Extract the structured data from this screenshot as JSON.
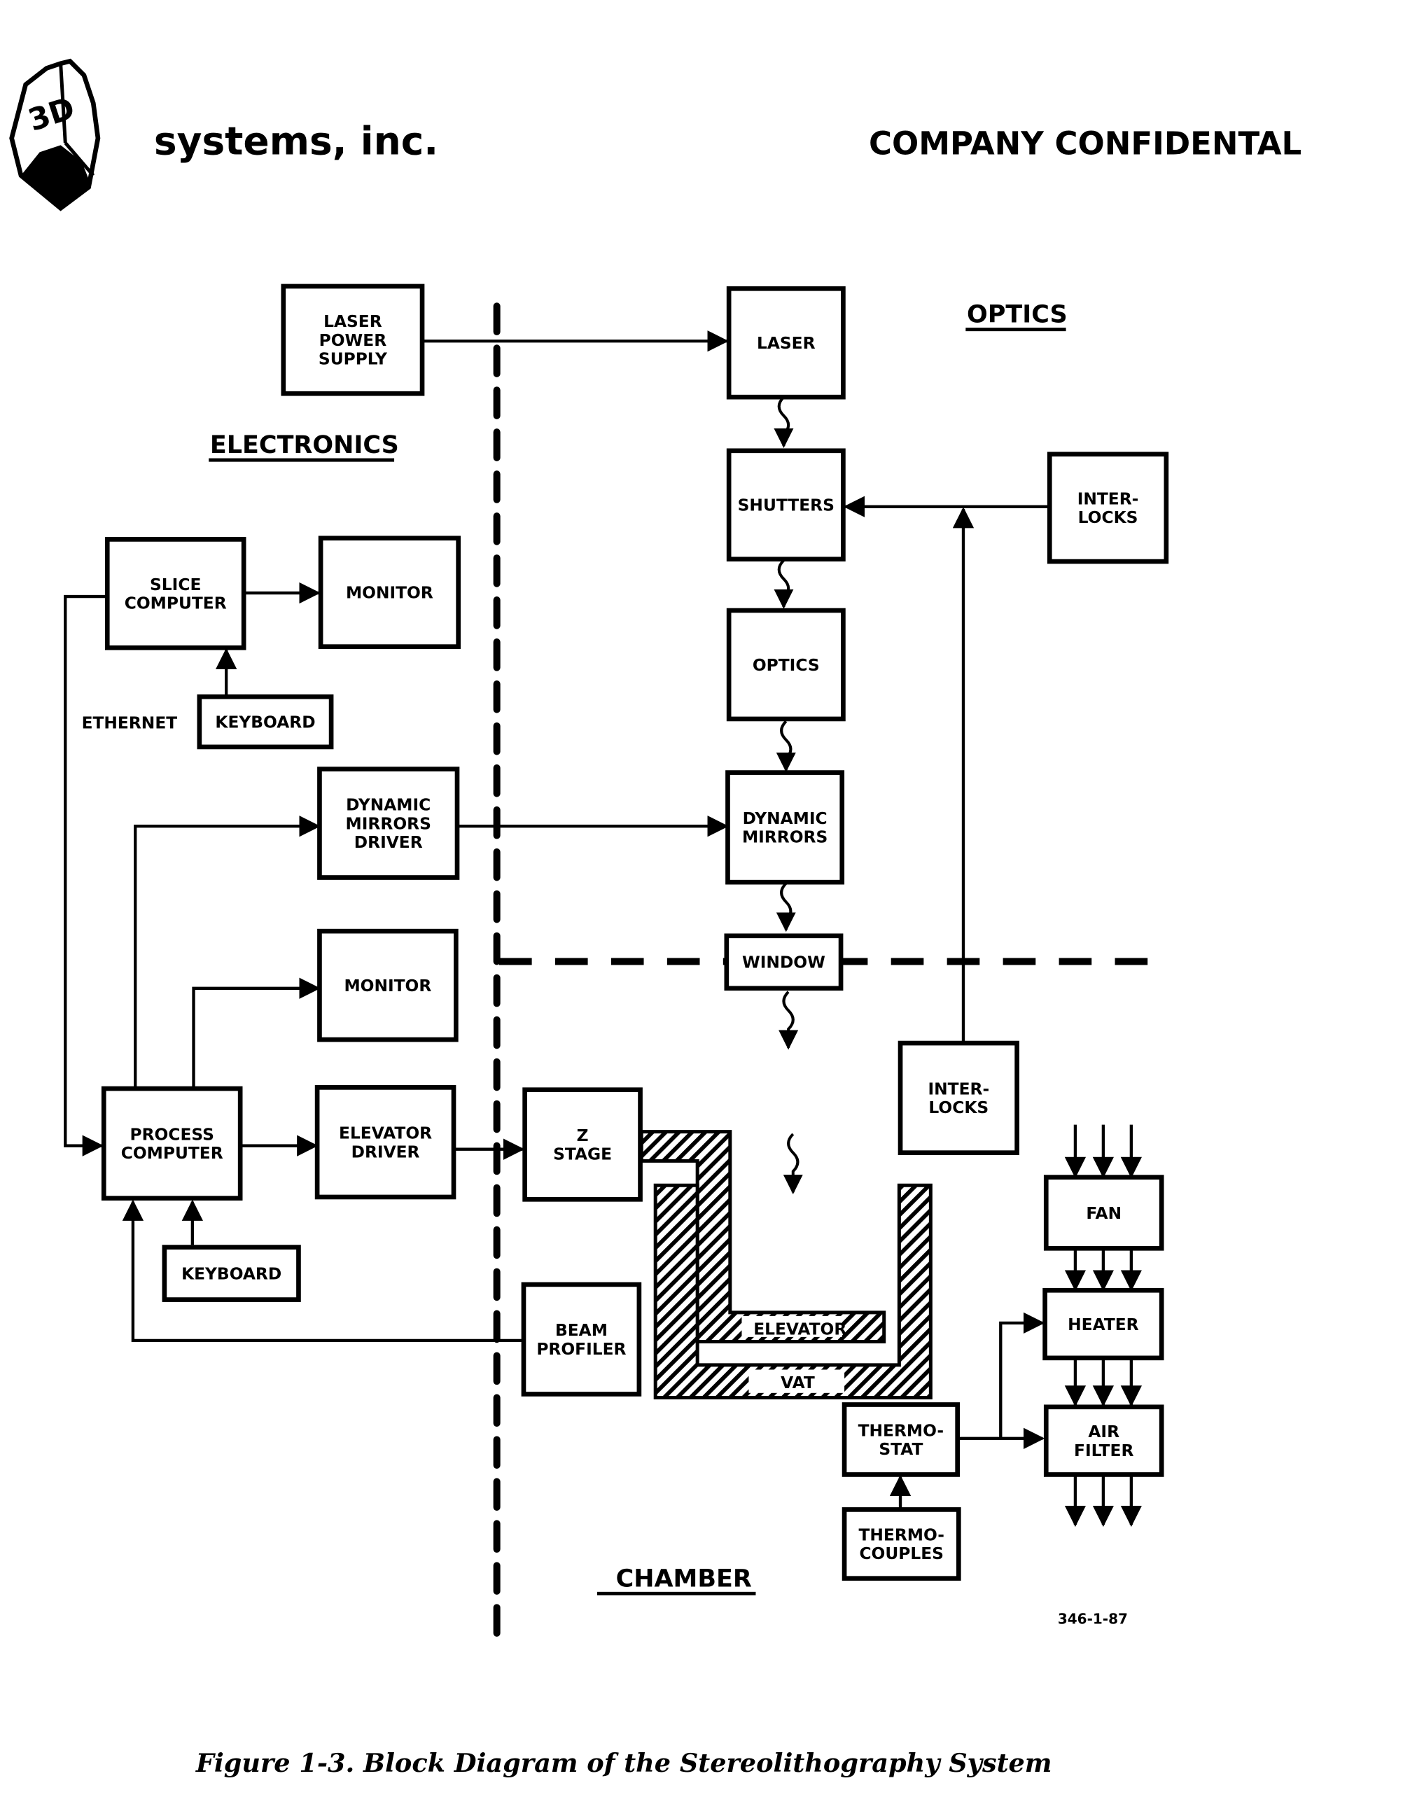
{
  "header": {
    "company_name": "systems, inc.",
    "logo_letters": "3D",
    "confidential_label": "COMPANY CONFIDENTAL"
  },
  "sections": {
    "electronics": "ELECTRONICS",
    "optics": "OPTICS",
    "chamber": "CHAMBER"
  },
  "blocks": {
    "laser_power_supply": [
      "LASER",
      "POWER",
      "SUPPLY"
    ],
    "laser": [
      "LASER"
    ],
    "shutters": [
      "SHUTTERS"
    ],
    "interlocks_optics": [
      "INTER-",
      "LOCKS"
    ],
    "optics": [
      "OPTICS"
    ],
    "slice_computer": [
      "SLICE",
      "COMPUTER"
    ],
    "monitor_1": [
      "MONITOR"
    ],
    "keyboard_1": [
      "KEYBOARD"
    ],
    "dynamic_mirrors_driver": [
      "DYNAMIC",
      "MIRRORS",
      "DRIVER"
    ],
    "dynamic_mirrors": [
      "DYNAMIC",
      "MIRRORS"
    ],
    "window": [
      "WINDOW"
    ],
    "monitor_2": [
      "MONITOR"
    ],
    "process_computer": [
      "PROCESS",
      "COMPUTER"
    ],
    "elevator_driver": [
      "ELEVATOR",
      "DRIVER"
    ],
    "z_stage": [
      "Z",
      "STAGE"
    ],
    "interlocks_chamber": [
      "INTER-",
      "LOCKS"
    ],
    "keyboard_2": [
      "KEYBOARD"
    ],
    "beam_profiler": [
      "BEAM",
      "PROFILER"
    ],
    "fan": [
      "FAN"
    ],
    "heater": [
      "HEATER"
    ],
    "air_filter": [
      "AIR",
      "FILTER"
    ],
    "thermostat": [
      "THERMO-",
      "STAT"
    ],
    "thermocouples": [
      "THERMO-",
      "COUPLES"
    ]
  },
  "labels": {
    "ethernet": "ETHERNET",
    "elevator": "ELEVATOR",
    "vat": "VAT",
    "figure_tag": "346-1-87"
  },
  "connections": [
    {
      "from": "laser_power_supply",
      "to": "laser",
      "type": "wire"
    },
    {
      "from": "laser",
      "to": "shutters",
      "type": "beam"
    },
    {
      "from": "interlocks_optics",
      "to": "shutters",
      "type": "wire"
    },
    {
      "from": "shutters",
      "to": "optics",
      "type": "beam"
    },
    {
      "from": "optics",
      "to": "dynamic_mirrors",
      "type": "beam"
    },
    {
      "from": "dynamic_mirrors",
      "to": "window",
      "type": "beam"
    },
    {
      "from": "window",
      "to": "vat",
      "type": "beam"
    },
    {
      "from": "slice_computer",
      "to": "monitor_1",
      "type": "wire"
    },
    {
      "from": "keyboard_1",
      "to": "slice_computer",
      "type": "wire"
    },
    {
      "from": "slice_computer",
      "to": "process_computer",
      "type": "ethernet"
    },
    {
      "from": "process_computer",
      "to": "dynamic_mirrors_driver",
      "type": "wire"
    },
    {
      "from": "dynamic_mirrors_driver",
      "to": "dynamic_mirrors",
      "type": "wire"
    },
    {
      "from": "process_computer",
      "to": "monitor_2",
      "type": "wire"
    },
    {
      "from": "process_computer",
      "to": "elevator_driver",
      "type": "wire"
    },
    {
      "from": "elevator_driver",
      "to": "z_stage",
      "type": "wire"
    },
    {
      "from": "keyboard_2",
      "to": "process_computer",
      "type": "wire"
    },
    {
      "from": "beam_profiler",
      "to": "process_computer",
      "type": "wire"
    },
    {
      "from": "interlocks_chamber",
      "to": "shutters",
      "type": "wire"
    },
    {
      "from": "fan",
      "to": "heater",
      "type": "air"
    },
    {
      "from": "heater",
      "to": "air_filter",
      "type": "air"
    },
    {
      "from": "thermostat",
      "to": "heater",
      "type": "wire"
    },
    {
      "from": "thermostat",
      "to": "air_filter",
      "type": "wire"
    },
    {
      "from": "thermocouples",
      "to": "thermostat",
      "type": "wire"
    }
  ],
  "caption": "Figure 1-3.  Block Diagram of the Stereolithography System"
}
